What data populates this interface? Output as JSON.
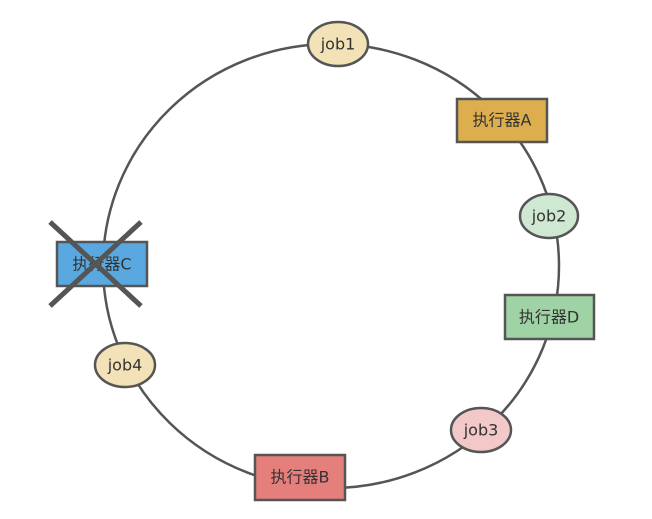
{
  "colors": {
    "ring": "#555555",
    "node_border": "#555555",
    "cross": "#555555",
    "job_yellow": "#f3e2b8",
    "job_green": "#cfe8d2",
    "job_pink": "#f3c8c8",
    "exec_a": "#dcae4e",
    "exec_b": "#e57f7c",
    "exec_c": "#5aa8e0",
    "exec_d": "#9fd2a4"
  },
  "nodes": {
    "job1": {
      "label": "job1",
      "fill": "#f3e2b8"
    },
    "job2": {
      "label": "job2",
      "fill": "#cfe8d2"
    },
    "job3": {
      "label": "job3",
      "fill": "#f3c8c8"
    },
    "job4": {
      "label": "job4",
      "fill": "#f3e2b8"
    },
    "executor_a": {
      "label": "执行器A",
      "fill": "#dcae4e"
    },
    "executor_b": {
      "label": "执行器B",
      "fill": "#e57f7c"
    },
    "executor_c": {
      "label": "执行器C",
      "fill": "#5aa8e0",
      "status": "removed"
    },
    "executor_d": {
      "label": "执行器D",
      "fill": "#9fd2a4"
    }
  }
}
